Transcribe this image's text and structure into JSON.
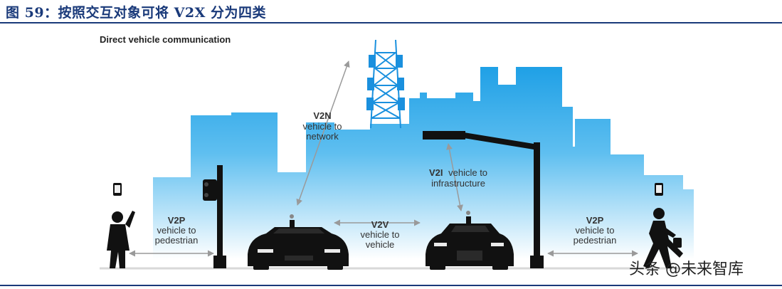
{
  "caption": "图 59：按照交互对象可将 V2X 分为四类",
  "diagram": {
    "title": "Direct vehicle communication",
    "v2n": {
      "code": "V2N",
      "line1": "vehicle to",
      "line2": "network"
    },
    "v2i": {
      "code": "V2I",
      "line1": "vehicle to",
      "line2": "infrastructure"
    },
    "v2v": {
      "code": "V2V",
      "line1": "vehicle to",
      "line2": "vehicle"
    },
    "v2p_left": {
      "code": "V2P",
      "line1": "vehicle to",
      "line2": "pedestrian"
    },
    "v2p_right": {
      "code": "V2P",
      "line1": "vehicle to",
      "line2": "pedestrian"
    }
  },
  "watermark": "头条 @未来智库",
  "colors": {
    "accent": "#1a3a7a",
    "sky": "#27a6e8",
    "vehicle": "#111111",
    "arrow": "#9a9a9a"
  }
}
